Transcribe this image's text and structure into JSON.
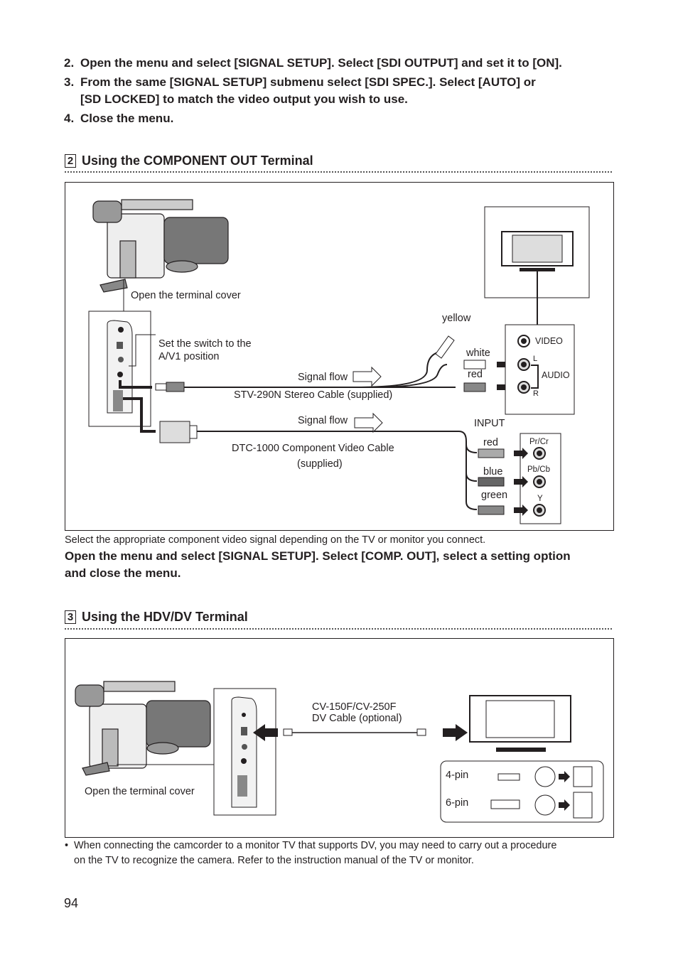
{
  "steps": [
    {
      "num": "2.",
      "text": "Open the menu and select [SIGNAL SETUP]. Select [SDI OUTPUT] and set it to [ON]."
    },
    {
      "num": "3.",
      "text": "From the same [SIGNAL SETUP] submenu select [SDI SPEC.]. Select [AUTO] or",
      "text2": "[SD LOCKED] to match the video output you wish to use."
    },
    {
      "num": "4.",
      "text": "Close the menu."
    }
  ],
  "section2": {
    "num": "2",
    "title": "Using the COMPONENT OUT Terminal",
    "diagram": {
      "open_cover": "Open the terminal cover",
      "switch_line1": "Set the switch to the",
      "switch_line2": "A/V1 position",
      "signal_flow_1": "Signal flow",
      "stereo_cable": "STV-290N Stereo Cable (supplied)",
      "signal_flow_2": "Signal flow",
      "component_cable_1": "DTC-1000 Component Video Cable",
      "component_cable_2": "(supplied)",
      "yellow": "yellow",
      "white": "white",
      "red": "red",
      "video": "VIDEO",
      "l": "L",
      "audio": "AUDIO",
      "r": "R",
      "input": "INPUT",
      "comp_red": "red",
      "comp_blue": "blue",
      "comp_green": "green",
      "pr_cr": "Pr/Cr",
      "pb_cb": "Pb/Cb",
      "y": "Y"
    },
    "caption": "Select the appropriate component video signal depending on the TV or monitor you connect.",
    "instruction_1": "Open the menu and select [SIGNAL SETUP]. Select [COMP. OUT], select a setting option",
    "instruction_2": "and close the menu."
  },
  "section3": {
    "num": "3",
    "title": "Using the HDV/DV Terminal",
    "diagram": {
      "cable_1": "CV-150F/CV-250F",
      "cable_2": "DV Cable (optional)",
      "open_cover": "Open the terminal cover",
      "pin4": "4-pin",
      "pin6": "6-pin"
    },
    "note_1": "When connecting the camcorder to a monitor TV that supports DV, you may need to carry out a procedure",
    "note_2": "on the TV to recognize the camera. Refer to the instruction manual of the TV or monitor.",
    "bullet": "•"
  },
  "page_number": "94",
  "colors": {
    "cable_red": "#8a8a8a",
    "cable_white": "#ffffff",
    "cable_blue": "#666666",
    "cable_green": "#7a7a7a"
  }
}
